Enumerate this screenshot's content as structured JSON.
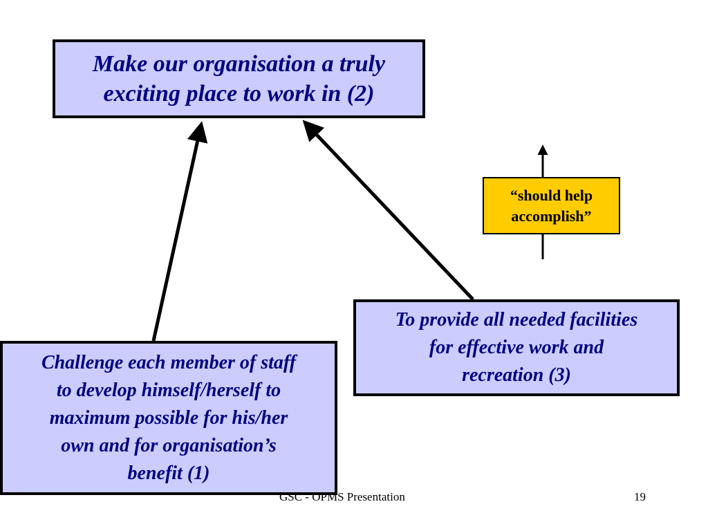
{
  "diagram": {
    "nodes": [
      {
        "id": "goal",
        "label": "Make our organisation a truly\nexciting place to work in (2)"
      },
      {
        "id": "facilities",
        "label": "To provide all needed facilities\nfor effective work and\nrecreation (3)"
      },
      {
        "id": "challenge",
        "label": "Challenge each member of staff\nto develop  himself/herself to\nmaximum possible for his/her\nown and for organisation’s\nbenefit (1)"
      }
    ],
    "edges": [
      {
        "from": "challenge",
        "to": "goal"
      },
      {
        "from": "facilities",
        "to": "goal"
      }
    ],
    "legend": {
      "label": "“should help\naccomplish”"
    }
  },
  "colors": {
    "box_fill": "#ccccff",
    "box_text": "#000080",
    "legend_fill": "#ffcc00",
    "line": "#000000"
  },
  "footer": {
    "presentation": "GSC - OPMS Presentation",
    "page_number": "19"
  }
}
